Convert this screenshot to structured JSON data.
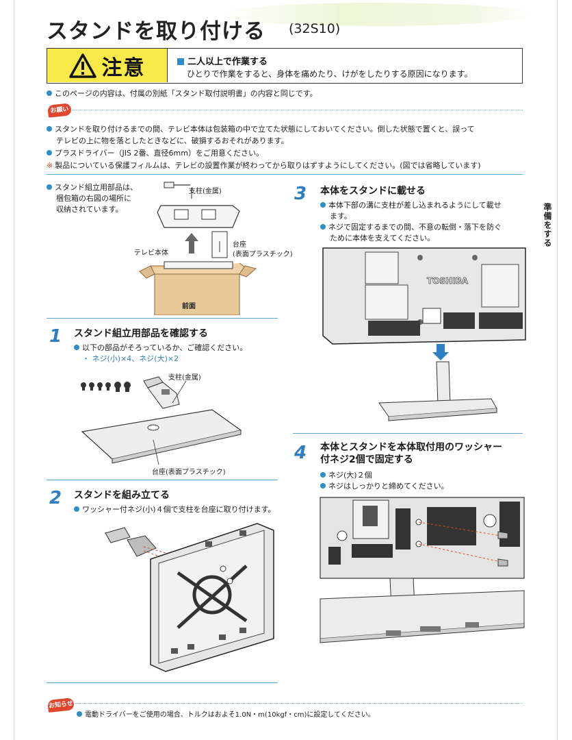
{
  "header": {
    "title": "スタンドを取り付ける",
    "model": "(32S10)"
  },
  "warning": {
    "badge": "注意",
    "heading": "二人以上で作業する",
    "text": "ひとりで作業をすると、身体を痛めたり、けがをしたりする原因になります。"
  },
  "intro_note": "このページの内容は、付属の別紙「スタンド取付説明書」の内容と同じです。",
  "request": {
    "tag": "お願い",
    "items": [
      "スタンドを取り付けるまでの間、テレビ本体は包装箱の中で立てた状態にしておいてください。倒した状態で置くと、誤って",
      "テレビの上に物を落としたときなどに、破損するおそれがあります。",
      "プラスドライバー（JIS 2番、直径6mm）をご用意ください。",
      "製品についている保護フィルムは、テレビの設置作業が終わってから取りはずすようにしてください。(図では省略しています)"
    ]
  },
  "side_tab": "準備をする",
  "storage": {
    "note": [
      "スタンド組立用部品は、",
      "梱包箱の右図の場所に",
      "収納されています。"
    ],
    "label_pillar": "支柱(金属)",
    "label_tv": "テレビ本体",
    "label_base": "台座",
    "label_base_sub": "(表面プラスチック)",
    "label_front": "前面"
  },
  "steps": [
    {
      "num": "1",
      "title": "スタンド組立用部品を確認する",
      "lines": [
        "以下の部品がそろっているか、ご確認ください。",
        "・ ネジ(小)×4、ネジ(大)×2"
      ],
      "label_pillar": "支柱(金属)",
      "label_base": "台座(表面プラスチック)"
    },
    {
      "num": "2",
      "title": "スタンドを組み立てる",
      "lines": [
        "ワッシャー付ネジ(小)４個で支柱を台座に取り付けます。"
      ]
    },
    {
      "num": "3",
      "title": "本体をスタンドに載せる",
      "lines": [
        "本体下部の溝に支柱が差し込まれるようにして載せ",
        "ます。",
        "ネジで固定するまでの間、不意の転倒・落下を防ぐ",
        "ために本体を支えてください。"
      ],
      "brand": "TOSHIBA"
    },
    {
      "num": "4",
      "title_lines": [
        "本体とスタンドを本体取付用のワッシャー",
        "付ネジ2個で固定する"
      ],
      "lines": [
        "ネジ(大)２個",
        "ネジはしっかりと締めてください。"
      ]
    }
  ],
  "footer": {
    "tag": "お知らせ",
    "note": "電動ドライバーをご使用の場合、トルクはおよそ1.0N・m(10kgf・cm)に設定してください。"
  },
  "colors": {
    "accent_blue": "#2d8fc7",
    "step_blue": "#2d7fbf",
    "warning_yellow": "#f7e948",
    "tag_red": "#e0472f",
    "arrow_blue": "#2f7fc4"
  }
}
